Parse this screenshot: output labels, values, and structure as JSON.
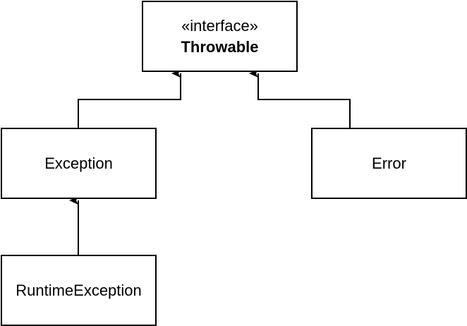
{
  "diagram": {
    "nodes": [
      {
        "id": "throwable",
        "stereotype": "«interface»",
        "label": "Throwable"
      },
      {
        "id": "exception",
        "label": "Exception"
      },
      {
        "id": "error",
        "label": "Error"
      },
      {
        "id": "runtime_exception",
        "label": "RuntimeException"
      }
    ],
    "edges": [
      {
        "from": "exception",
        "to": "throwable",
        "type": "generalization"
      },
      {
        "from": "error",
        "to": "throwable",
        "type": "generalization"
      },
      {
        "from": "runtime_exception",
        "to": "exception",
        "type": "generalization"
      }
    ]
  }
}
